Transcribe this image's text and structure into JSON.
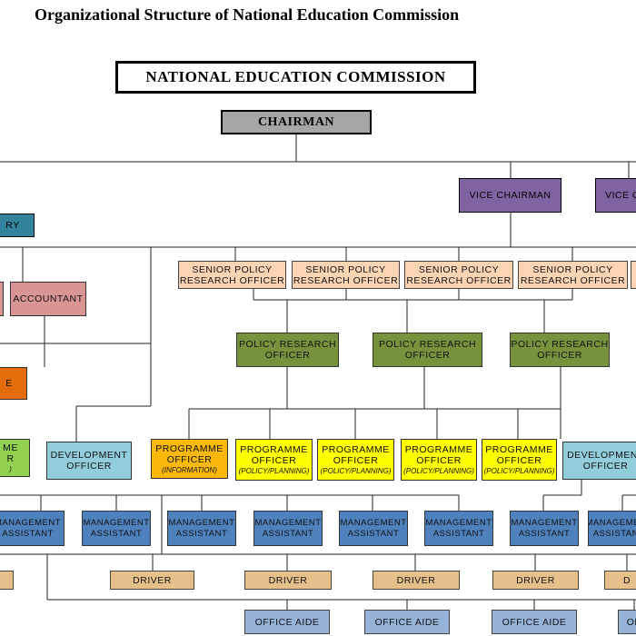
{
  "title": "Organizational Structure of National Education Commission",
  "colors": {
    "header_bg": "#ffffff",
    "chairman": "#a6a6a6",
    "vice_chairman": "#8064a2",
    "secretary": "#31849b",
    "accountant": "#d99594",
    "orange": "#e46c0a",
    "senior_policy": "#fbd4b4",
    "policy_research": "#76923c",
    "programme_info": "#f9b80a",
    "programme_policy": "#ffff00",
    "development": "#92cddc",
    "light_green": "#92d050",
    "management": "#4f81bd",
    "driver": "#e6c08b",
    "office_aide": "#95b3d7",
    "line": "#222222"
  },
  "nodes": [
    {
      "id": "nec",
      "type": "nec",
      "line1": "NATIONAL EDUCATION COMMISSION"
    },
    {
      "id": "chairman",
      "type": "chairman",
      "line1": "CHAIRMAN"
    },
    {
      "id": "vc1",
      "type": "vice",
      "line1": "VICE CHAIRMAN"
    },
    {
      "id": "vc2",
      "type": "vice",
      "line1": "VICE C"
    },
    {
      "id": "sec",
      "type": "secretary",
      "line1": "RY"
    },
    {
      "id": "acc0",
      "type": "accountant",
      "line1": ""
    },
    {
      "id": "acc",
      "type": "accountant",
      "line1": "ACCOUNTANT"
    },
    {
      "id": "orange",
      "type": "orange",
      "line1": "E"
    },
    {
      "id": "spro1",
      "type": "senior",
      "line1": "SENIOR POLICY",
      "line2": "RESEARCH OFFICER"
    },
    {
      "id": "spro2",
      "type": "senior",
      "line1": "SENIOR POLICY",
      "line2": "RESEARCH OFFICER"
    },
    {
      "id": "spro3",
      "type": "senior",
      "line1": "SENIOR POLICY",
      "line2": "RESEARCH OFFICER"
    },
    {
      "id": "spro4",
      "type": "senior",
      "line1": "SENIOR POLICY",
      "line2": "RESEARCH OFFICER"
    },
    {
      "id": "spro5",
      "type": "senior",
      "line1": ""
    },
    {
      "id": "pro1",
      "type": "policy",
      "line1": "POLICY RESEARCH",
      "line2": "OFFICER"
    },
    {
      "id": "pro2",
      "type": "policy",
      "line1": "POLICY RESEARCH",
      "line2": "OFFICER"
    },
    {
      "id": "pro3",
      "type": "policy",
      "line1": "POLICY RESEARCH",
      "line2": "OFFICER"
    },
    {
      "id": "lg",
      "type": "lightgreen",
      "line1": "ME",
      "line2": "R",
      "sub": ")"
    },
    {
      "id": "dev1",
      "type": "development",
      "line1": "DEVELOPMENT",
      "line2": "OFFICER"
    },
    {
      "id": "prog1",
      "type": "prog_info",
      "line1": "PROGRAMME",
      "line2": "OFFICER",
      "sub": "(INFORMATION)"
    },
    {
      "id": "prog2",
      "type": "prog_policy",
      "line1": "PROGRAMME",
      "line2": "OFFICER",
      "sub": "(POLICY/PLANNING)"
    },
    {
      "id": "prog3",
      "type": "prog_policy",
      "line1": "PROGRAMME",
      "line2": "OFFICER",
      "sub": "(POLICY/PLANNING)"
    },
    {
      "id": "prog4",
      "type": "prog_policy",
      "line1": "PROGRAMME",
      "line2": "OFFICER",
      "sub": "(POLICY/PLANNING)"
    },
    {
      "id": "prog5",
      "type": "prog_policy",
      "line1": "PROGRAMME",
      "line2": "OFFICER",
      "sub": "(POLICY/PLANNING)"
    },
    {
      "id": "dev2",
      "type": "development",
      "line1": "DEVELOPMENT",
      "line2": "OFFICER"
    },
    {
      "id": "ma1",
      "type": "management",
      "line1": "MANAGEMENT",
      "line2": "ASSISTANT"
    },
    {
      "id": "ma2",
      "type": "management",
      "line1": "MANAGEMENT",
      "line2": "ASSISTANT"
    },
    {
      "id": "ma3",
      "type": "management",
      "line1": "MANAGEMENT",
      "line2": "ASSISTANT"
    },
    {
      "id": "ma4",
      "type": "management",
      "line1": "MANAGEMENT",
      "line2": "ASSISTANT"
    },
    {
      "id": "ma5",
      "type": "management",
      "line1": "MANAGEMENT",
      "line2": "ASSISTANT"
    },
    {
      "id": "ma6",
      "type": "management",
      "line1": "MANAGEMENT",
      "line2": "ASSISTANT"
    },
    {
      "id": "ma7",
      "type": "management",
      "line1": "MANAGEMENT",
      "line2": "ASSISTANT"
    },
    {
      "id": "ma8",
      "type": "management",
      "line1": "MANAGEMENT",
      "line2": "ASSISTANT"
    },
    {
      "id": "dr0",
      "type": "driver",
      "line1": ""
    },
    {
      "id": "dr1",
      "type": "driver",
      "line1": "DRIVER"
    },
    {
      "id": "dr2",
      "type": "driver",
      "line1": "DRIVER"
    },
    {
      "id": "dr3",
      "type": "driver",
      "line1": "DRIVER"
    },
    {
      "id": "dr4",
      "type": "driver",
      "line1": "DRIVER"
    },
    {
      "id": "dr5",
      "type": "driver",
      "line1": "D"
    },
    {
      "id": "oa1",
      "type": "aide",
      "line1": "OFFICE AIDE"
    },
    {
      "id": "oa2",
      "type": "aide",
      "line1": "OFFICE AIDE"
    },
    {
      "id": "oa3",
      "type": "aide",
      "line1": "OFFICE AIDE"
    },
    {
      "id": "oa4",
      "type": "aide",
      "line1": "OF"
    }
  ]
}
